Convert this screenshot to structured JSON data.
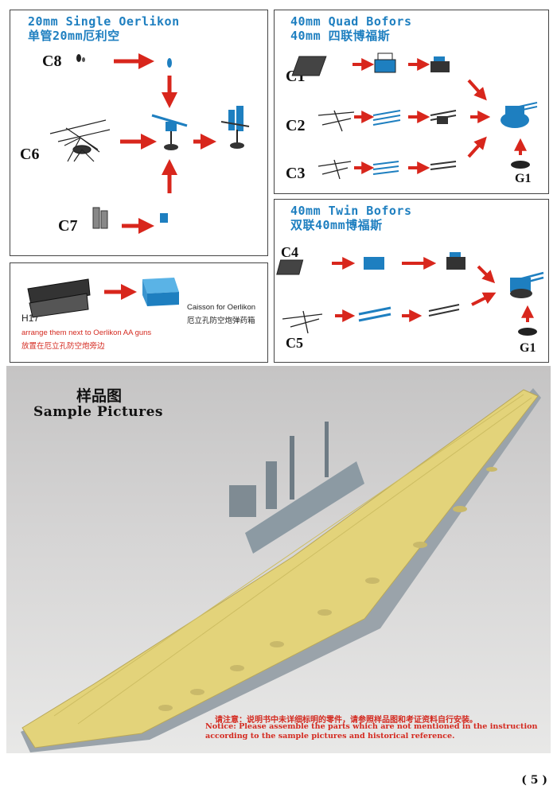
{
  "oerlikon": {
    "title_en": "20mm Single Oerlikon",
    "title_cn": "单管20mm厄利空",
    "labels": [
      "C8",
      "C6",
      "C7"
    ]
  },
  "quad": {
    "title_en": "40mm Quad Bofors",
    "title_cn": "40mm 四联博福斯",
    "labels": [
      "C1",
      "C2",
      "C3",
      "G1"
    ]
  },
  "twin": {
    "title_en": "40mm Twin Bofors",
    "title_cn": "双联40mm博福斯",
    "labels": [
      "C4",
      "C5",
      "G1"
    ]
  },
  "caisson": {
    "part": "H17",
    "arrange_en": "arrange them next to Oerlikon AA guns",
    "arrange_cn": "放置在厄立孔防空炮旁边",
    "caption_en": "Caisson for Oerlikon",
    "caption_cn": "厄立孔防空炮弹药箱"
  },
  "sample": {
    "title_cn": "样品图",
    "title_en": "Sample Pictures"
  },
  "notice": {
    "cn": "请注意：说明书中未详细标明的零件，请参照样品图和考证资料自行安装。",
    "en_line1": "Notice: Please assemble the parts which are not mentioned in the instruction",
    "en_line2": "according to the sample pictures and historical reference."
  },
  "page_number": "( 5 )",
  "colors": {
    "accent_blue": "#1e7fc0",
    "arrow_red": "#d8261c",
    "notice_red": "#d42a20",
    "deck_yellow": "#e3d37a",
    "hull_grey": "#a7b0b7"
  }
}
